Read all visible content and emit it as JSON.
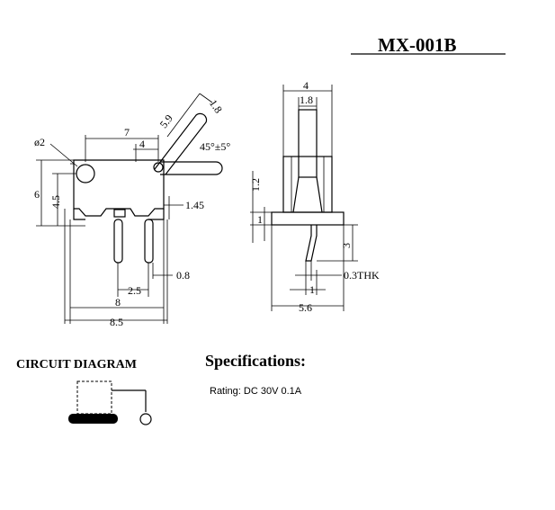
{
  "title": "MX-001B",
  "front_view": {
    "dim_hole_dia": "ø2",
    "dim_top_7": "7",
    "dim_top_4": "4",
    "dim_lever_5_9": "5.9",
    "dim_lever_1_8": "1.8",
    "dim_angle": "45°±5°",
    "dim_height_6": "6",
    "dim_height_4_5": "4.5",
    "dim_1_45": "1.45",
    "dim_2_5": "2.5",
    "dim_0_8": "0.8",
    "dim_8": "8",
    "dim_8_5": "8.5"
  },
  "side_view": {
    "dim_4": "4",
    "dim_1_8": "1.8",
    "dim_1_2": "1.2",
    "dim_1": "1",
    "dim_3": "3",
    "dim_0_3thk": "0.3THK",
    "dim_bottom_1": "1",
    "dim_5_6": "5.6"
  },
  "circuit": {
    "heading": "CIRCUIT DIAGRAM"
  },
  "specs": {
    "heading": "Specifications:",
    "rating": "Rating: DC 30V 0.1A"
  }
}
